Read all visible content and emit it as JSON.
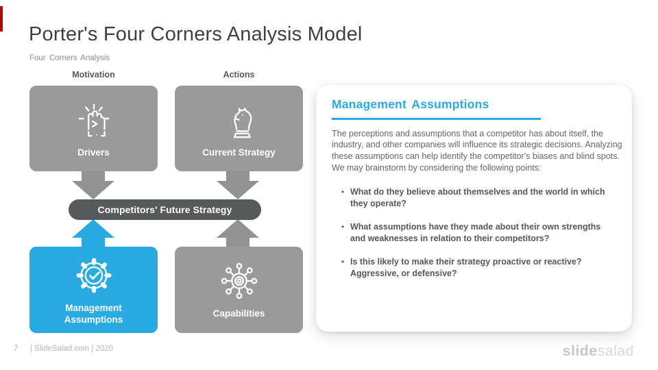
{
  "slide": {
    "title": "Porter's Four Corners Analysis Model",
    "subtitle": "Four Corners Analysis",
    "page_number": "7",
    "footer_text": "| SlideSalad.com | 2020",
    "logo": {
      "bold": "slide",
      "light": "salad"
    },
    "accent_color": "#C00000"
  },
  "diagram": {
    "column_headers": [
      {
        "label": "Motivation"
      },
      {
        "label": "Actions"
      }
    ],
    "center_label": "Competitors' Future Strategy",
    "boxes": [
      {
        "label": "Drivers",
        "icon": "fist-icon",
        "color": "#9A9A9A"
      },
      {
        "label": "Current Strategy",
        "icon": "chess-knight-icon",
        "color": "#9A9A9A"
      },
      {
        "label": "Management Assumptions",
        "icon": "gear-check-icon",
        "color": "#29ABE2"
      },
      {
        "label": "Capabilities",
        "icon": "network-gear-icon",
        "color": "#9A9A9A"
      }
    ],
    "colors": {
      "box_gray": "#9A9A9A",
      "accent_blue": "#29ABE2",
      "pill_dark": "#58595B",
      "arrow_gray": "#929292"
    }
  },
  "panel": {
    "heading": "Management Assumptions",
    "paragraph": "The perceptions and assumptions that a competitor has about itself, the industry, and other companies will influence its strategic decisions. Analyzing these assumptions can help identify the competitor's biases and blind spots. We may brainstorm by considering the following points:",
    "bullet_marker": "•",
    "bullets": [
      "What do they believe about themselves and the world in which they operate?",
      "What assumptions have they made about their own strengths and weaknesses in relation to their competitors?",
      "Is this likely to make their strategy proactive or reactive? Aggressive, or defensive?"
    ]
  }
}
